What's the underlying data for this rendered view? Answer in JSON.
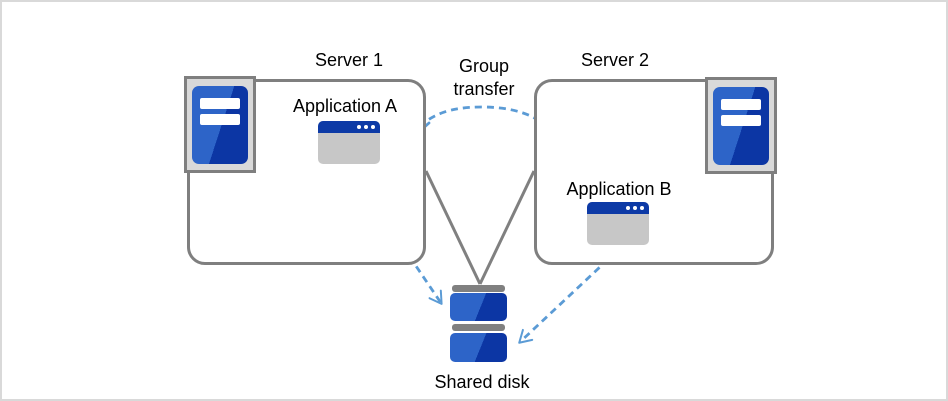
{
  "colors": {
    "canvas_border": "#d9d9d9",
    "background": "#ffffff",
    "box_border": "#7f7f7f",
    "line_gray": "#808080",
    "arrow_blue": "#5b9bd5",
    "icon_blue_light": "#2d64c8",
    "icon_blue_dark": "#0c36a4",
    "icon_tray_gray": "#d9d9d9",
    "window_body_gray": "#c7c7c7",
    "window_titlebar_blue": "#0d3aa6"
  },
  "diagram": {
    "servers": [
      {
        "label": "Server 1",
        "application": {
          "label": "Application A"
        }
      },
      {
        "label": "Server 2",
        "application": {
          "label": "Application B"
        }
      }
    ],
    "storage": {
      "label": "Shared disk"
    },
    "connections": {
      "group_transfer": {
        "label": "Group transfer",
        "from": "Server 2",
        "to": "Server 1",
        "style": "dashed-curved-arrow"
      },
      "app_a_to_disk": {
        "from": "Application A",
        "to": "Shared disk",
        "style": "dashed-arrow"
      },
      "app_b_to_disk": {
        "from": "Application B",
        "to": "Shared disk",
        "style": "dashed-arrow"
      },
      "server1_to_disk": {
        "from": "Server 1",
        "to": "Shared disk",
        "style": "solid-line"
      },
      "server2_to_disk": {
        "from": "Server 2",
        "to": "Shared disk",
        "style": "solid-line"
      }
    },
    "icons": {
      "server": "server-tower-icon",
      "application": "app-window-icon",
      "disk": "stacked-disk-icon"
    }
  }
}
